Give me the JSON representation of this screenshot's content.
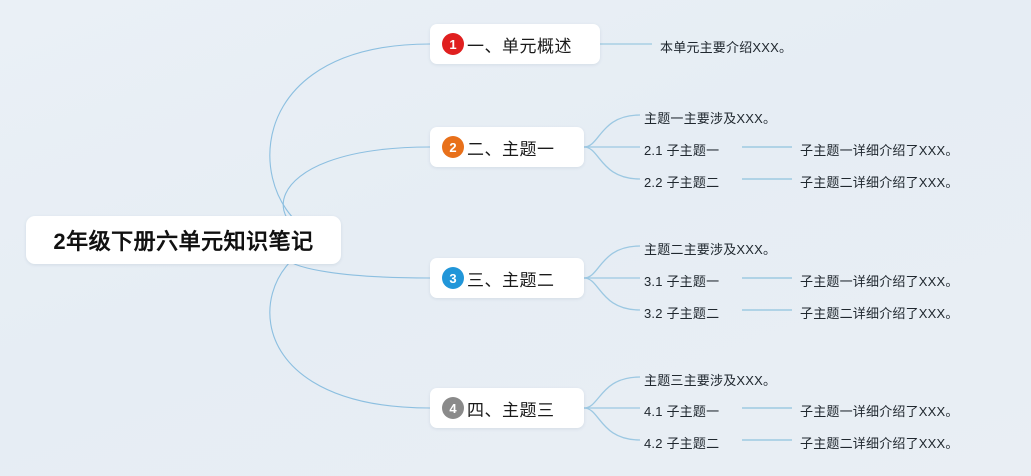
{
  "diagram": {
    "type": "mind-map",
    "background_color": "#e8eef5",
    "connector_color": "#8cbfe0",
    "leaf_connector_color": "#a8cfe4",
    "root": {
      "title": "2年级下册六单元知识笔记"
    },
    "branches": [
      {
        "number": "1",
        "badge_color": "#e01f1f",
        "label": "一、单元概述",
        "children": [
          {
            "label": "本单元主要介绍XXX。",
            "connector": "line",
            "leaf": null
          }
        ]
      },
      {
        "number": "2",
        "badge_color": "#e8701a",
        "label": "二、主题一",
        "children": [
          {
            "label": "主题一主要涉及XXX。",
            "connector": "none",
            "leaf": null
          },
          {
            "label": "2.1 子主题一",
            "connector": "line",
            "leaf": "子主题一详细介绍了XXX。"
          },
          {
            "label": "2.2 子主题二",
            "connector": "line",
            "leaf": "子主题二详细介绍了XXX。"
          }
        ]
      },
      {
        "number": "3",
        "badge_color": "#2196d9",
        "label": "三、主题二",
        "children": [
          {
            "label": "主题二主要涉及XXX。",
            "connector": "none",
            "leaf": null
          },
          {
            "label": "3.1 子主题一",
            "connector": "line",
            "leaf": "子主题一详细介绍了XXX。"
          },
          {
            "label": "3.2 子主题二",
            "connector": "line",
            "leaf": "子主题二详细介绍了XXX。"
          }
        ]
      },
      {
        "number": "4",
        "badge_color": "#8a8a8a",
        "label": "四、主题三",
        "children": [
          {
            "label": "主题三主要涉及XXX。",
            "connector": "none",
            "leaf": null
          },
          {
            "label": "4.1 子主题一",
            "connector": "line",
            "leaf": "子主题一详细介绍了XXX。"
          },
          {
            "label": "4.2 子主题二",
            "connector": "line",
            "leaf": "子主题二详细介绍了XXX。"
          }
        ]
      }
    ]
  }
}
